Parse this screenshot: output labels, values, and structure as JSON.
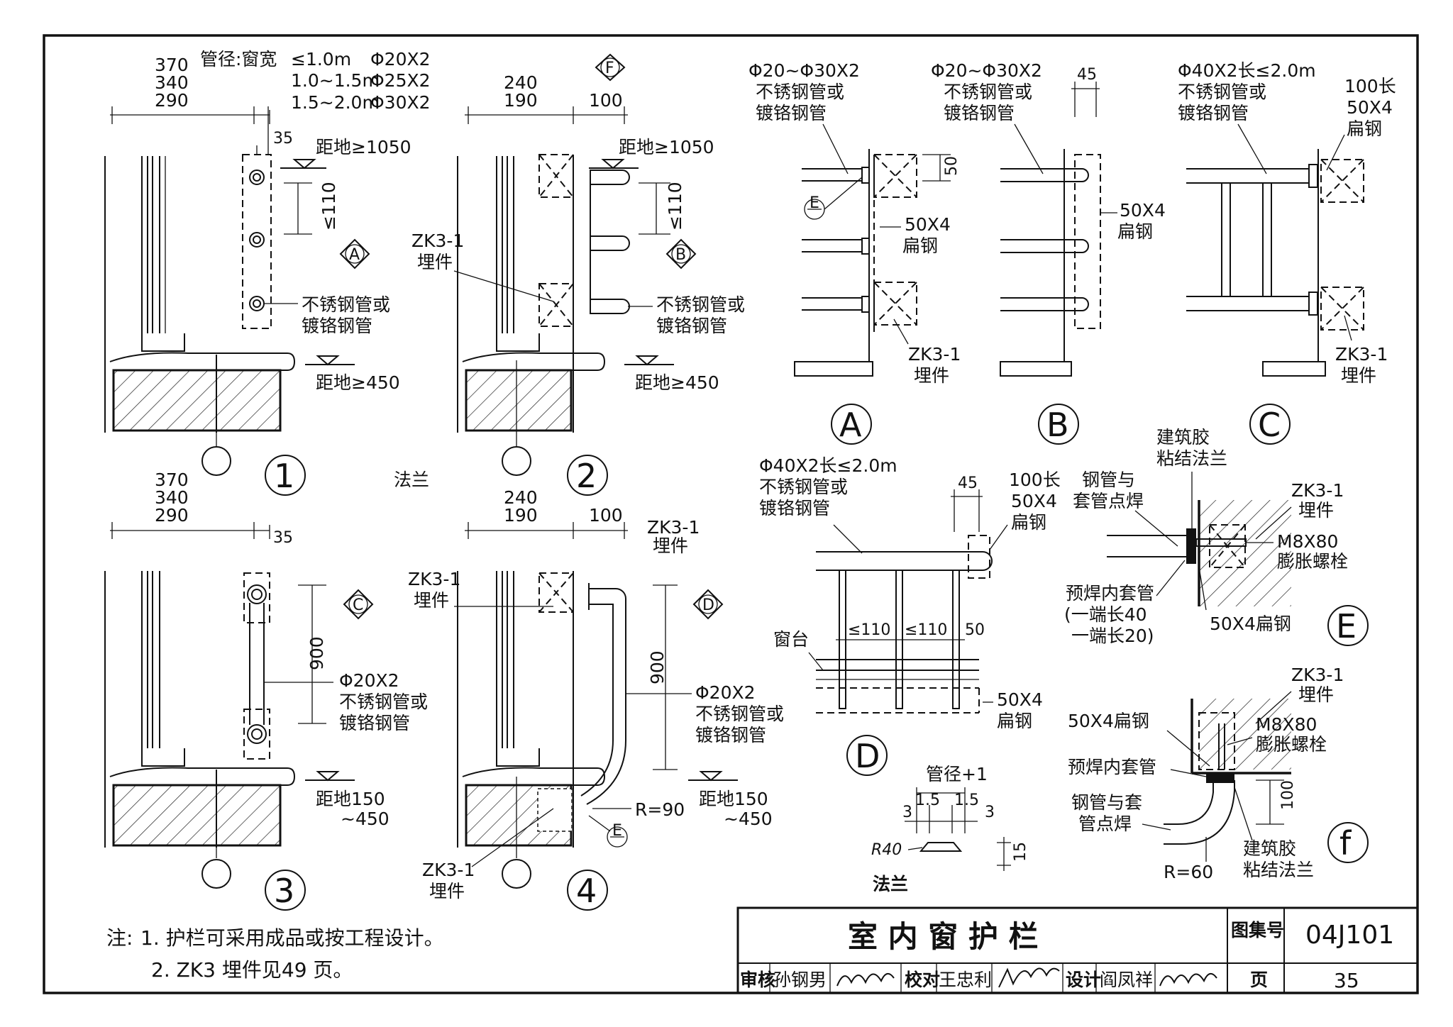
{
  "spec": {
    "pipe_label": "管径:窗宽",
    "rows": [
      {
        "range": "≤1.0m",
        "size": "Φ20X2"
      },
      {
        "range": "1.0~1.5m",
        "size": "Φ25X2"
      },
      {
        "range": "1.5~2.0m",
        "size": "Φ30X2"
      }
    ]
  },
  "views": {
    "v1": {
      "dims": [
        "370",
        "340",
        "290"
      ],
      "offset": "35",
      "top": "距地≥1050",
      "spacing": "≤110",
      "pipe": [
        "不锈钢管或",
        "镀铬钢管"
      ],
      "bottom": "距地≥450",
      "ref": "A",
      "num": "1"
    },
    "v2": {
      "dims": [
        "240",
        "190"
      ],
      "gap": "100",
      "top": "距地≥1050",
      "spacing": "≤110",
      "embed": [
        "ZK3-1",
        "埋件"
      ],
      "pipe": [
        "不锈钢管或",
        "镀铬钢管"
      ],
      "bottom": "距地≥450",
      "ref": "B",
      "num": "2",
      "flange_ref": "F"
    },
    "v3": {
      "dims": [
        "370",
        "340",
        "290"
      ],
      "offset": "35",
      "height": "900",
      "pipe": [
        "Φ20X2",
        "不锈钢管或",
        "镀铬钢管"
      ],
      "bottom": [
        "距地150",
        "~450"
      ],
      "ref": "C",
      "num": "3"
    },
    "v4": {
      "dims": [
        "240",
        "190"
      ],
      "gap": "100",
      "embed_top": [
        "ZK3-1",
        "埋件"
      ],
      "embed": [
        "ZK3-1",
        "埋件"
      ],
      "height": "900",
      "pipe": [
        "Φ20X2",
        "不锈钢管或",
        "镀铬钢管"
      ],
      "radius": "R=90",
      "bottom": [
        "距地150",
        "~450"
      ],
      "embed_bottom": [
        "ZK3-1",
        "埋件"
      ],
      "ref": "D",
      "num": "4",
      "flange_ref": "E"
    },
    "flange_mid": "法兰"
  },
  "details": {
    "A": {
      "pipe": [
        "Φ20~Φ30X2",
        "不锈钢管或",
        "镀铬钢管"
      ],
      "dim": "50",
      "steel": [
        "50X4",
        "扁钢"
      ],
      "embed": [
        "ZK3-1",
        "埋件"
      ],
      "ref": "E",
      "label": "A"
    },
    "B": {
      "pipe": [
        "Φ20~Φ30X2",
        "不锈钢管或",
        "镀铬钢管"
      ],
      "dim": "45",
      "steel": [
        "50X4",
        "扁钢"
      ],
      "label": "B"
    },
    "C": {
      "pipe": [
        "Φ40X2长≤2.0m",
        "不锈钢管或",
        "镀铬钢管"
      ],
      "steel": [
        "100长",
        "50X4",
        "扁钢"
      ],
      "embed": [
        "ZK3-1",
        "埋件"
      ],
      "label": "C"
    },
    "D": {
      "pipe": [
        "Φ40X2长≤2.0m",
        "不锈钢管或",
        "镀铬钢管"
      ],
      "dim": "45",
      "steel": [
        "100长",
        "50X4",
        "扁钢"
      ],
      "sill": "窗台",
      "spacing": [
        "≤110",
        "≤110",
        "50"
      ],
      "bottom_steel": [
        "50X4",
        "扁钢"
      ],
      "label": "D"
    },
    "E": {
      "glue": [
        "建筑胶",
        "粘结法兰"
      ],
      "weld": [
        "钢管与",
        "套管点焊"
      ],
      "embed": [
        "ZK3-1",
        "埋件"
      ],
      "bolt": [
        "M8X80",
        "膨胀螺栓"
      ],
      "sleeve": [
        "预焊内套管",
        "(一端长40",
        "一端长20)"
      ],
      "steel": "50X4扁钢",
      "label": "E"
    },
    "f": {
      "embed": [
        "ZK3-1",
        "埋件"
      ],
      "steel": "50X4扁钢",
      "bolt": [
        "M8X80",
        "膨胀螺栓"
      ],
      "sleeve": "预焊内套管",
      "weld": [
        "钢管与套",
        "管点焊"
      ],
      "dim": "100",
      "radius": "R=60",
      "glue": [
        "建筑胶",
        "粘结法兰"
      ],
      "label": "f"
    },
    "flange": {
      "diam": "管径+1",
      "d1": "1.5",
      "d2": "1.5",
      "d3": "3",
      "d4": "3",
      "r": "R40",
      "h": "15",
      "title": "法兰"
    }
  },
  "notes": {
    "prefix": "注:",
    "items": [
      "1. 护栏可采用成品或按工程设计。",
      "2. ZK3 埋件见49 页。"
    ]
  },
  "title_block": {
    "title": "室 内 窗 护 栏",
    "atlas_label": "图集号",
    "atlas_no": "04J101",
    "review_label": "审核",
    "reviewer": "孙钢男",
    "check_label": "校对",
    "checker": "王忠利",
    "design_label": "设计",
    "designer": "阎凤祥",
    "page_label": "页",
    "page_no": "35"
  }
}
